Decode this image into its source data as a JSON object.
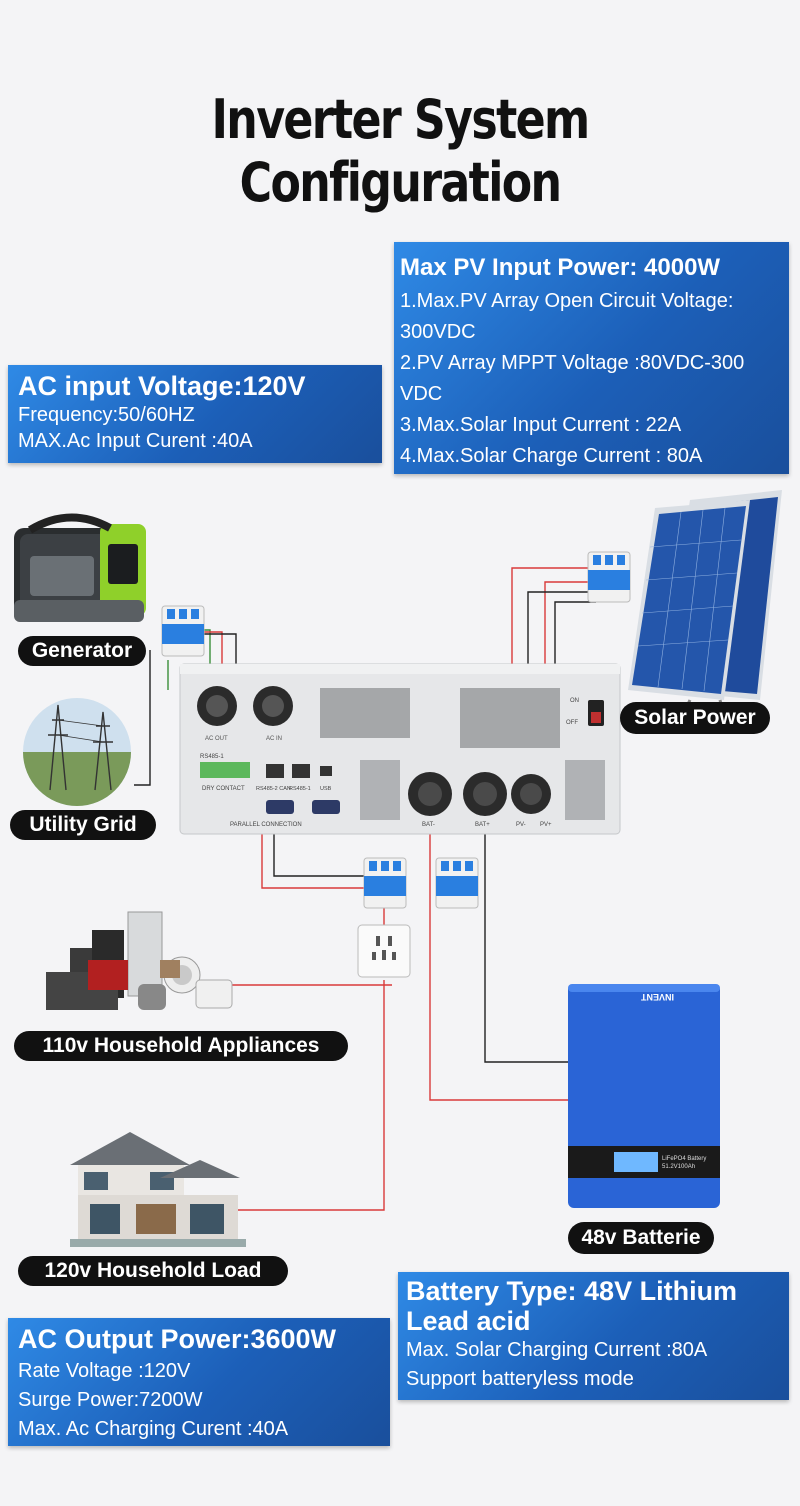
{
  "title": "Inverter System Configuration",
  "ac_input": {
    "heading": "AC input Voltage:120V",
    "lines": [
      "Frequency:50/60HZ",
      "MAX.Ac Input Curent :40A"
    ]
  },
  "pv_input": {
    "heading": "Max PV Input Power: 4000W",
    "lines": [
      "1.Max.PV Array Open Circuit Voltage:",
      "300VDC",
      "2.PV Array MPPT Voltage :80VDC-300",
      "VDC",
      "3.Max.Solar Input Current : 22A",
      "4.Max.Solar Charge  Current : 80A"
    ]
  },
  "ac_output": {
    "heading": "AC Output Power:3600W",
    "lines": [
      "Rate Voltage :120V",
      "Surge Power:7200W",
      "Max. Ac Charging Curent :40A"
    ]
  },
  "battery_spec": {
    "heading": "Battery Type: 48V Lithium Lead acid",
    "lines": [
      "Max. Solar Charging Current :80A",
      "Support batteryless mode"
    ]
  },
  "labels": {
    "generator": "Generator",
    "utility_grid": "Utility Grid",
    "solar_power": "Solar Power",
    "appliances": "110v Household Appliances",
    "household_load": "120v Household Load",
    "battery": "48v Batterie"
  },
  "inverter_panel": {
    "rs485_top": "RS485-1",
    "dry_contact": "DRY CONTACT",
    "rs485_can": "RS485-2 CAN",
    "rs485_1": "RS485-1",
    "usb": "USB",
    "parallel": "PARALLEL CONNECTION",
    "ac_out": "AC OUT",
    "ac_in": "AC IN",
    "bat_minus": "BAT-",
    "bat_plus": "BAT+",
    "pv_minus": "PV-",
    "pv_plus": "PV+",
    "on": "ON",
    "off": "OFF"
  },
  "battery_unit": {
    "brand": "INVENT",
    "model_line1": "LiFePO4 Battery",
    "model_line2": "51.2V100Ah"
  },
  "colors": {
    "spec_box": "#1f64c0",
    "wire_red": "#d93a3a",
    "wire_black": "#222222",
    "breaker_blue": "#2a7fe0"
  },
  "icons": [
    "generator-icon",
    "utility-grid-icon",
    "solar-panel-icon",
    "inverter-icon",
    "breaker-icon",
    "wall-socket-icon",
    "appliances-icon",
    "house-icon",
    "battery-icon"
  ]
}
